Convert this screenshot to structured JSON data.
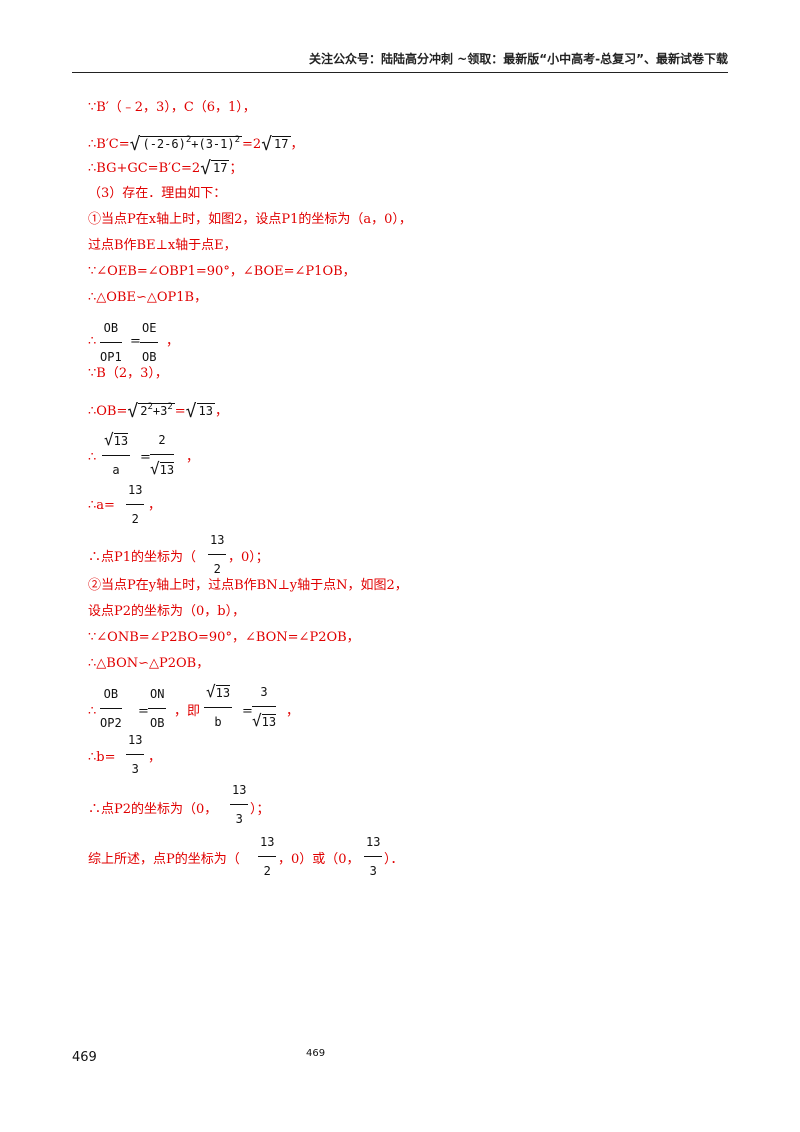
{
  "header": {
    "text": "关注公众号：陆陆高分冲刺 ~领取：最新版“小中高考-总复习”、最新试卷下载"
  },
  "lines": {
    "l1": "∵B′（﹣2，3），C（6，1），",
    "l2_pre": "∴B′C=",
    "l2_rad": "(-2-6)",
    "l2_mid": "+(3-1)",
    "l2_post": "=2",
    "l2_r2": "17",
    "l3_pre": "∴BG+GC=B′C=2",
    "l3_r": "17",
    "l4": "（3）存在．理由如下：",
    "l5": "①当点P在x轴上时，如图2，设点P1的坐标为（a，0），",
    "l6": "过点B作BE⊥x轴于点E，",
    "l7": "∵∠OEB=∠OBP1=90°，∠BOE=∠P1OB，",
    "l8": "∴△OBE∽△OP1B，",
    "l9_f1n": "OB",
    "l9_f1d": "OP1",
    "l9_f2n": "OE",
    "l9_f2d": "OB",
    "l10": "∵B（2，3），",
    "l11_pre": "∴OB=",
    "l11_rad": "2",
    "l11_plus": "+3",
    "l11_eq": "=",
    "l11_r": "13",
    "l12_f1n": "13",
    "l12_f1d": "a",
    "l12_f2n": "2",
    "l12_f2d": "13",
    "l13_pre": "∴a=",
    "l13_fn": "13",
    "l13_fd": "2",
    "l14_pre": "∴点P1的坐标为（",
    "l14_fn": "13",
    "l14_fd": "2",
    "l14_post": "，0）；",
    "l15": "②当点P在y轴上时，过点B作BN⊥y轴于点N，如图2，",
    "l16": "设点P2的坐标为（0，b），",
    "l17": "∵∠ONB=∠P2BO=90°，∠BON=∠P2OB，",
    "l18": "∴△BON∽△P2OB，",
    "l19_f1n": "OB",
    "l19_f1d": "OP2",
    "l19_f2n": "ON",
    "l19_f2d": "OB",
    "l19_mid": "，即",
    "l19_f3n": "13",
    "l19_f3d": "b",
    "l19_f4n": "3",
    "l19_f4d": "13",
    "l20_pre": "∴b=",
    "l20_fn": "13",
    "l20_fd": "3",
    "l21_pre": "∴点P2的坐标为（0，",
    "l21_fn": "13",
    "l21_fd": "3",
    "l21_post": "）；",
    "l22_pre": "综上所述，点P的坐标为（",
    "l22_fn1": "13",
    "l22_fd1": "2",
    "l22_mid": "，0）或（0，",
    "l22_fn2": "13",
    "l22_fd2": "3",
    "l22_post": "）．"
  },
  "footer": {
    "left": "469",
    "mid": "469"
  }
}
